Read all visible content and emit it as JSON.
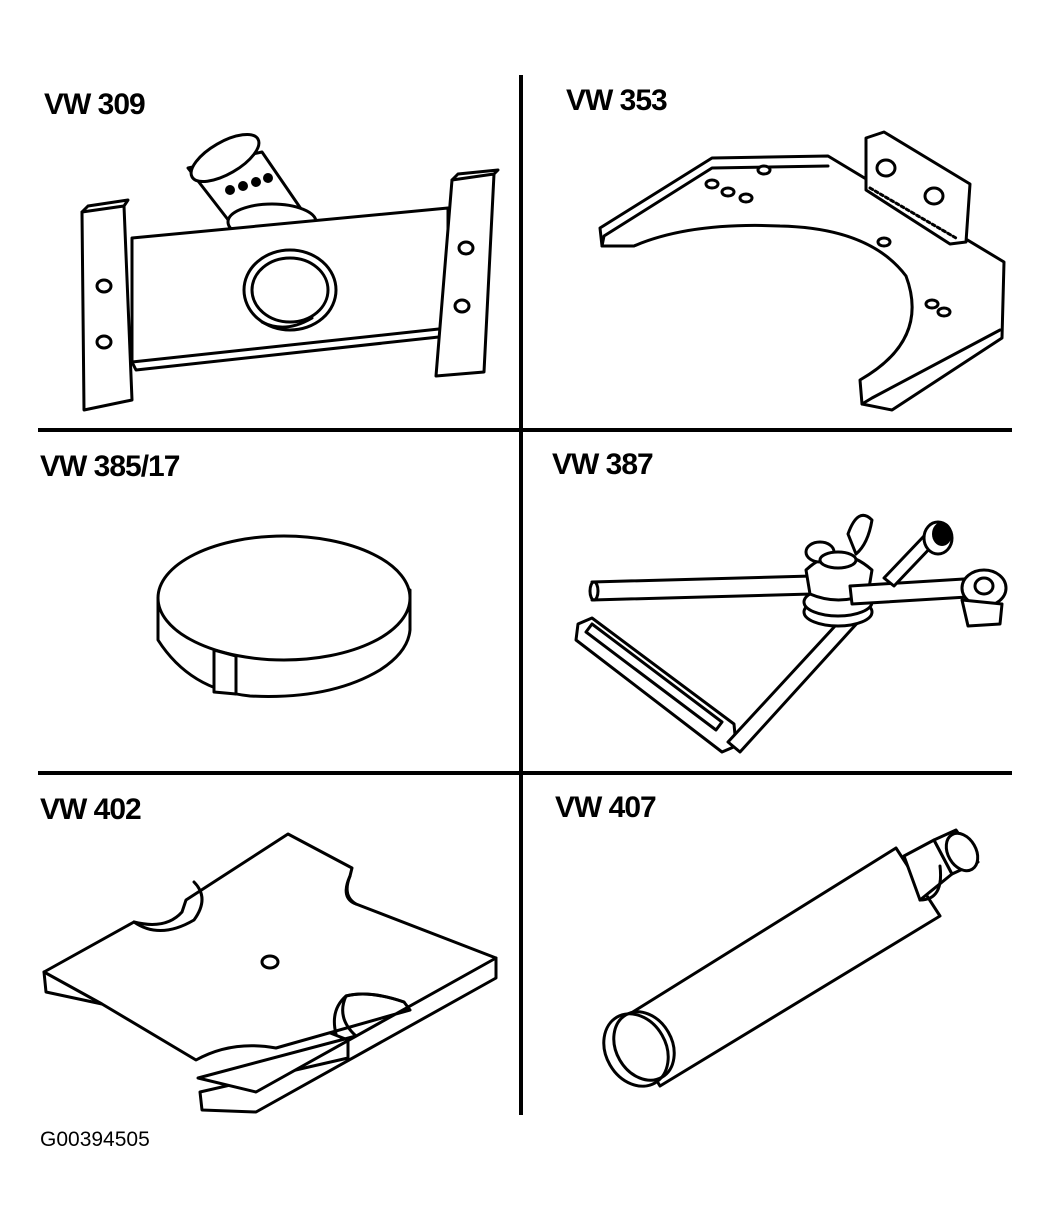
{
  "tools": [
    {
      "label": "VW 309"
    },
    {
      "label": "VW 353"
    },
    {
      "label": "VW 385/17"
    },
    {
      "label": "VW 387"
    },
    {
      "label": "VW 402"
    },
    {
      "label": "VW 407"
    }
  ],
  "figure_id": "G00394505"
}
